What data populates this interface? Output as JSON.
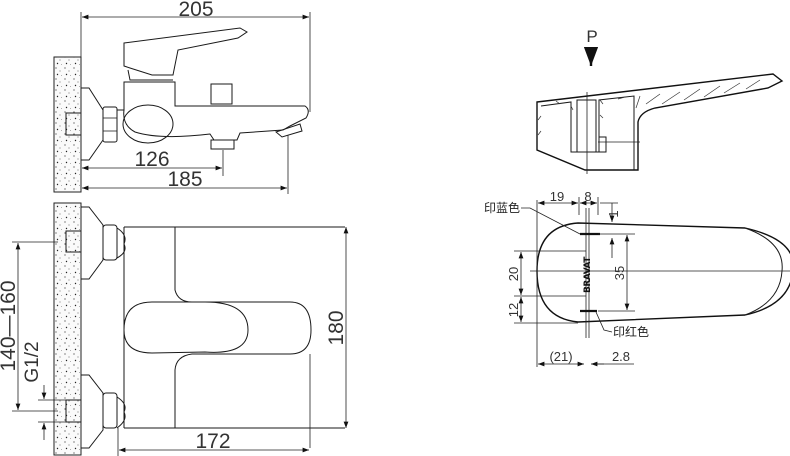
{
  "side_view": {
    "overall_length": "205",
    "outlet_dim_1": "126",
    "outlet_dim_2": "185"
  },
  "front_view": {
    "height": "180",
    "width": "172",
    "inlet_spacing": "140—160",
    "thread": "G1/2"
  },
  "handle_section": {
    "pressure_label": "P"
  },
  "handle_top_view": {
    "blue_print_label": "印蓝色",
    "red_print_label": "印红色",
    "brand_text": "BRAVAT",
    "dim_19": "19",
    "dim_8": "8",
    "dim_1": "1",
    "dim_20": "20",
    "dim_12": "12",
    "dim_35": "35",
    "dim_21": "(21)",
    "dim_2_8": "2.8"
  }
}
